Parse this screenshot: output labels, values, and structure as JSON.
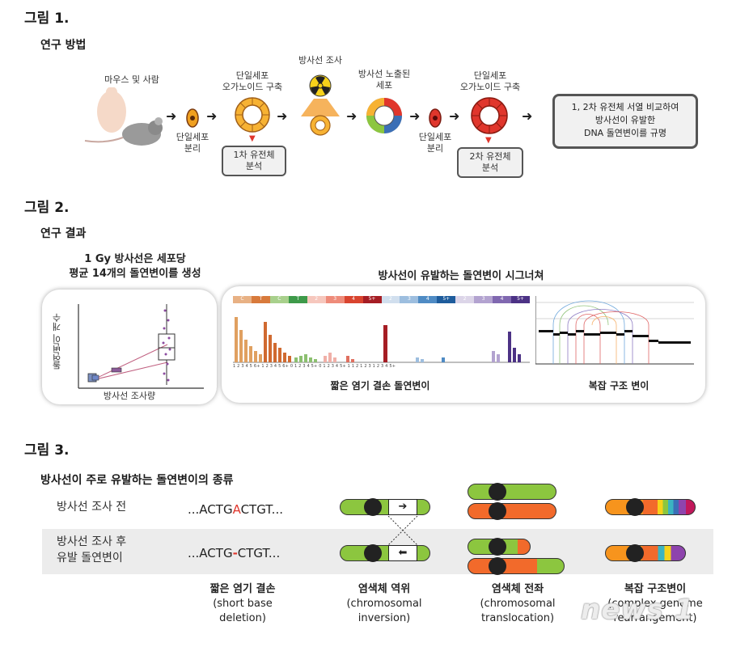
{
  "figure1": {
    "title": "그림 1.",
    "subtitle": "연구 방법",
    "labels": {
      "mouse_human": "마우스 및 사람",
      "single_cell_isolation": "단일세포\n분리",
      "organoid_build_1": "단일세포\n오가노이드 구축",
      "radiation": "방사선 조사",
      "exposed_cells": "방사선 노출된\n세포",
      "single_cell_isolation_2": "단일세포\n분리",
      "organoid_build_2": "단일세포\n오가노이드 구축",
      "first_analysis": "1차 유전체\n분석",
      "second_analysis": "2차 유전체\n분석",
      "conclusion": "1, 2차 유전체 서열 비교하여\n방사선이 유발한\nDNA 돌연변이를 규명"
    }
  },
  "figure2": {
    "title": "그림 2.",
    "subtitle": "연구 결과",
    "left_heading": "1 Gy 방사선은 세포당\n평균 14개의 돌연변이를 생성",
    "right_heading": "방사선이 유발하는 돌연변이 시그너쳐",
    "y_axis": "돌연변이 개수",
    "x_axis": "방사선 조사량",
    "spectrum_caption": "짧은 염기 결손 돌연변이",
    "sv_caption": "복잡 구조 변이",
    "spectrum_header": [
      "C",
      "T",
      "C",
      "T",
      "2",
      "3",
      "4",
      "5+",
      "2",
      "3",
      "4",
      "5+",
      "2",
      "3",
      "4",
      "5+"
    ],
    "spectrum_ticks": "1 2 3 4 5 6+ 1 2 3 4 5 6+ 0 1 2 3 4 5+ 0 1 2 3 4 5+ 1 1 2 1 2 3 1 2 3 4 5+"
  },
  "figure3": {
    "title": "그림 3.",
    "subtitle": "방사선이 주로 유발하는 돌연변이의 종류",
    "row_before": "방사선 조사 전",
    "row_after": "방사선 조사 후\n유발 돌연변이",
    "seq_before_prefix": "...ACTG",
    "seq_before_mid": "A",
    "seq_before_suffix": "CTGT...",
    "seq_after_prefix": "...ACTG",
    "seq_after_mid": "-",
    "seq_after_suffix": "CTGT...",
    "types": [
      {
        "ko": "짧은 염기 결손",
        "en": "(short base\ndeletion)"
      },
      {
        "ko": "염색체 역위",
        "en": "(chromosomal\ninversion)"
      },
      {
        "ko": "염색체 전좌",
        "en": "(chromosomal\ntranslocation)"
      },
      {
        "ko": "복잡 구조변이",
        "en": "(complex genome\nrearrangement)"
      }
    ],
    "watermark": "news 1"
  },
  "colors": {
    "accent_red": "#e0362c",
    "chrom_green": "#8cc63f",
    "chrom_orange": "#f26a2b",
    "box_border": "#555555"
  }
}
